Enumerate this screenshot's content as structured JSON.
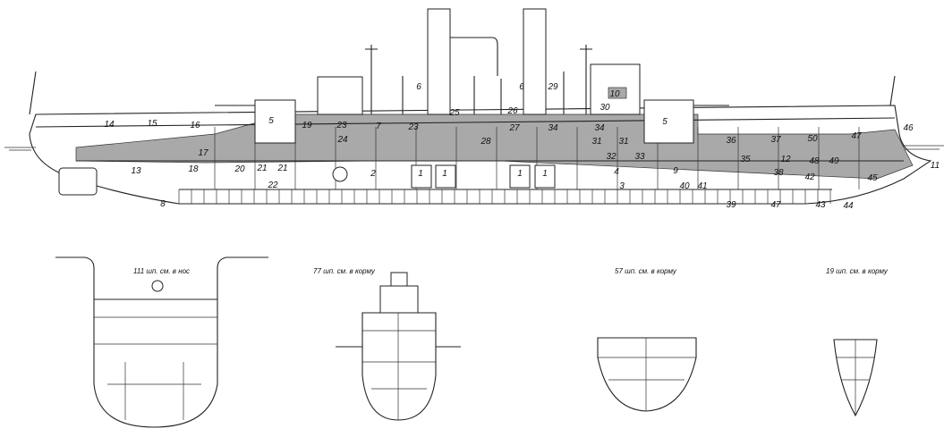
{
  "profile_labels": [
    "14",
    "15",
    "16",
    "5",
    "19",
    "23",
    "24",
    "7",
    "23",
    "25",
    "6",
    "17",
    "13",
    "18",
    "20",
    "21",
    "21",
    "22",
    "2",
    "1",
    "1",
    "8",
    "26",
    "27",
    "28",
    "6",
    "29",
    "34",
    "34",
    "31",
    "31",
    "32",
    "33",
    "1",
    "1",
    "10",
    "30",
    "5",
    "4",
    "3",
    "9",
    "40",
    "41",
    "36",
    "37",
    "50",
    "47",
    "46",
    "11",
    "35",
    "12",
    "48",
    "49",
    "38",
    "42",
    "45",
    "39",
    "47",
    "43",
    "44"
  ],
  "sections": [
    {
      "caption": "111 шп. см. в нос"
    },
    {
      "caption": "77 шп. см. в корму"
    },
    {
      "caption": "57 шп. см. в корму"
    },
    {
      "caption": "19 шп. см. в корму"
    }
  ],
  "colors": {
    "shade": "#a9a9a9",
    "line": "#222222"
  }
}
